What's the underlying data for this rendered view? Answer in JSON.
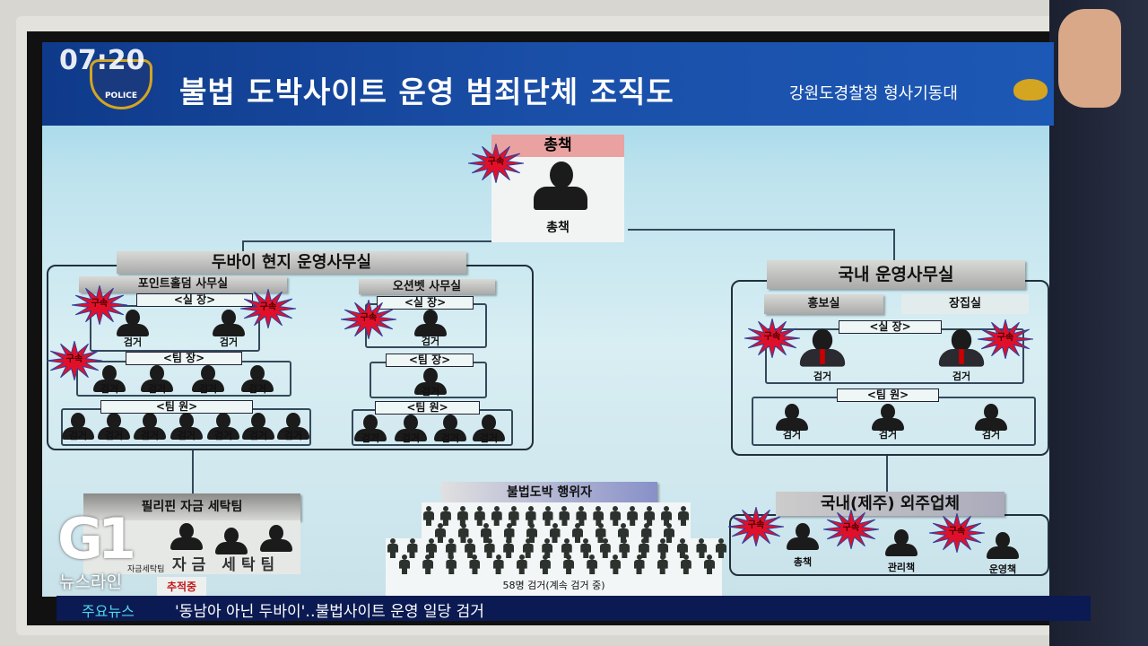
{
  "broadcast": {
    "clock": "07:20",
    "logo": "G1",
    "program": "뉴스라인",
    "ticker_label": "주요뉴스",
    "ticker_headline": "'동남아 아닌 두바이'‥불법사이트 운영 일당 검거",
    "accent": "#4fd6e8"
  },
  "header": {
    "title": "불법 도박사이트 운영 범죄단체 조직도",
    "org": "강원도경찰청 형사기동대",
    "emblem_text": "POLICE"
  },
  "stamp_label": "구속",
  "arrest_label": "검거",
  "boss": {
    "title": "총책",
    "name": "총책"
  },
  "dubai": {
    "title": "두바이 현지 운영사무실",
    "pointholdem": {
      "title": "포인트홀덤 사무실",
      "chief": "<실  장>",
      "leader": "<팀  장>",
      "member": "<팀  원>"
    },
    "oceanbet": {
      "title": "오션벳 사무실",
      "chief": "<실  장>",
      "leader": "<팀  장>",
      "member": "<팀  원>"
    }
  },
  "domestic": {
    "title": "국내 운영사무실",
    "pr": "홍보실",
    "other": "장집실",
    "chief": "<실  장>",
    "member": "<팀  원>"
  },
  "jeju": {
    "title": "국내(제주) 외주업체",
    "roles": [
      "총책",
      "관리책",
      "운영책"
    ]
  },
  "philippines": {
    "title": "필리핀 자금 세탁팀",
    "image_caption": "자금 세탁팀",
    "image_small": "자금세탁팀",
    "status": "추적중"
  },
  "gamblers": {
    "title": "불법도박 행위자",
    "summary": "58명 검거(계속 검거 중)"
  }
}
